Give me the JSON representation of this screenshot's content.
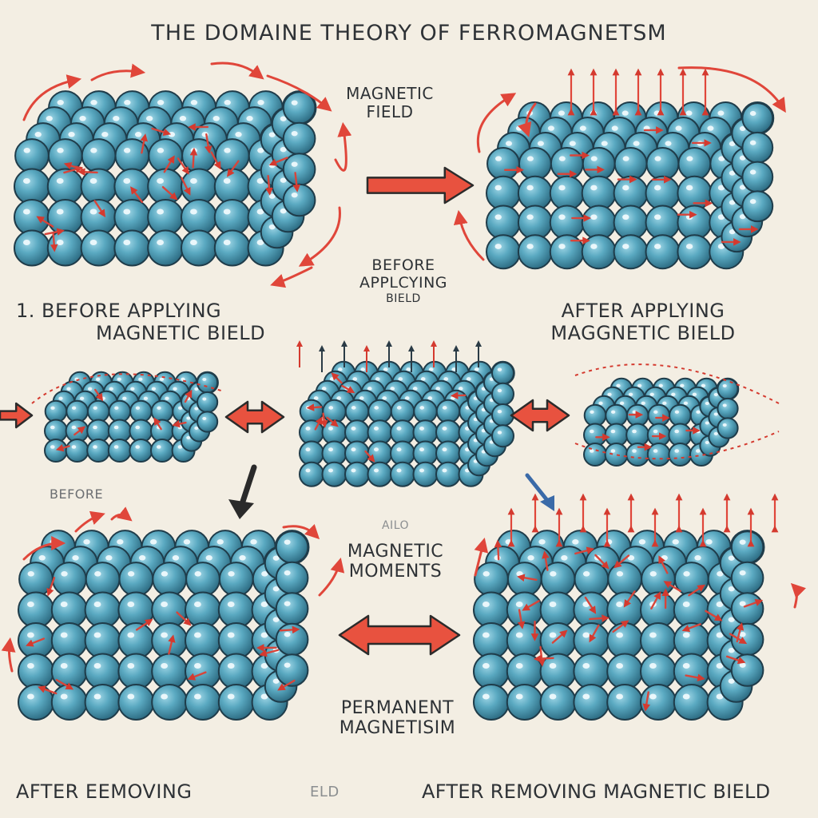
{
  "title": "THE DOMAINE THEORY OF FERROMAGNETSM",
  "labels": {
    "magnetic_field": [
      "MAGNETIC",
      "FIELD"
    ],
    "before_applying_center": [
      "BEFORE",
      "APPLCYING",
      "BIELD"
    ],
    "before_applying_left": [
      "1. BEFORE APPLYING",
      "MAGNETIC BIELD"
    ],
    "after_applying": [
      "AFTER APPLYING",
      "MAGGNETIC BIELD"
    ],
    "before_small": "BEFORE",
    "ailo": "AILO",
    "magnetic_moments": [
      "MAGNETIC",
      "MOMENTS"
    ],
    "permanent": [
      "PERMANENT",
      "MAGNETISIM"
    ],
    "after_removing_left": "AFTER EEMOVING",
    "eld_fragment": "ELD",
    "after_removing_right": "AFTER REMOVING MAGNETIC BIELD"
  },
  "colors": {
    "background": "#f3eee3",
    "sphere": "#5aa9c1",
    "sphere_dark": "#2f6f86",
    "sphere_outline": "#1f3c4a",
    "arrow_red": "#e0463a",
    "text": "#2e3236"
  },
  "icons": [
    "red-curved-arrow",
    "red-double-arrow",
    "red-right-arrow",
    "black-down-arrow",
    "blue-down-arrow",
    "dipole-arrow"
  ]
}
